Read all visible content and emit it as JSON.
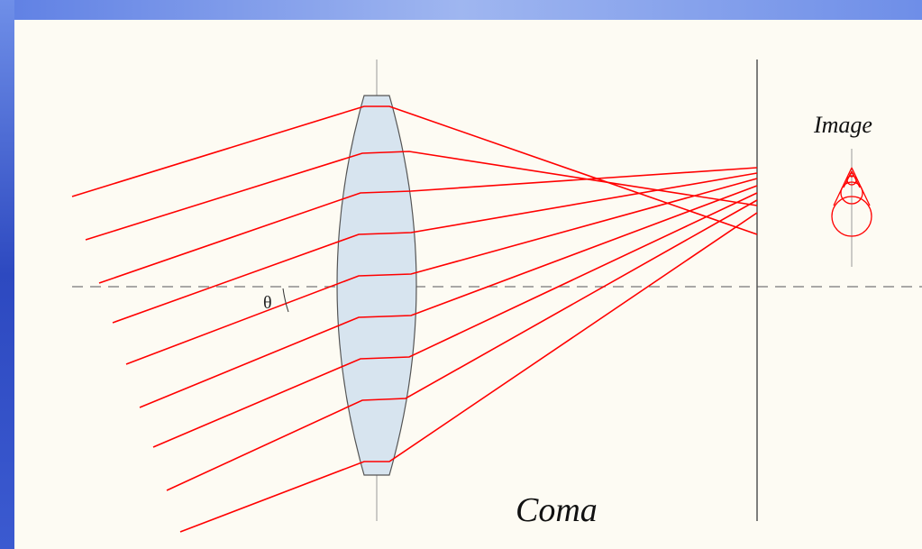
{
  "diagram": {
    "title": "Coma",
    "image_label": "Image",
    "angle_label": "θ",
    "colors": {
      "ray": "#ff0000",
      "lens_fill": "#d7e4ef",
      "lens_stroke": "#555555",
      "axis": "#777777",
      "canvas_bg": "#fdfbf3",
      "slide_blue": "#3552cc"
    }
  }
}
